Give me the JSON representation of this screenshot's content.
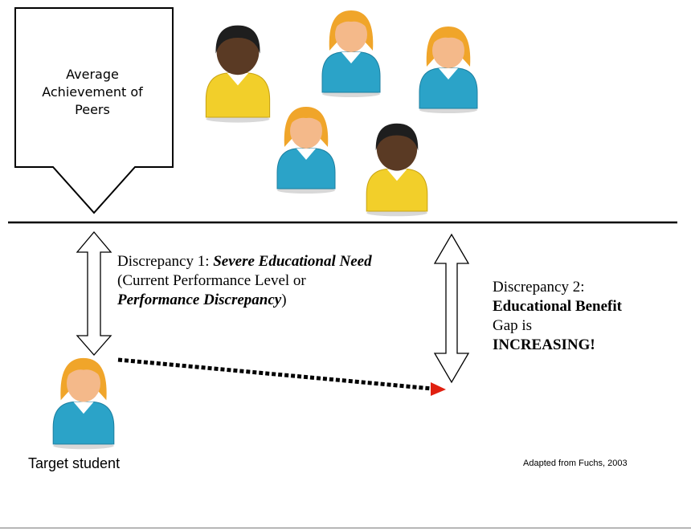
{
  "peers_box": {
    "line1": "Average",
    "line2": "Achievement of",
    "line3": "Peers"
  },
  "discrepancy1": {
    "prefix": "Discrepancy 1: ",
    "emph": "Severe Educational Need",
    "line2": "(Current Performance Level or",
    "line3_emph": "Performance Discrepancy",
    "line3_end": ")"
  },
  "discrepancy2": {
    "line1": "Discrepancy 2:",
    "line2": "Educational Benefit",
    "line3": "Gap is",
    "line4": "INCREASING!"
  },
  "target_label": "Target student",
  "credit": "Adapted from Fuchs, 2003",
  "colors": {
    "yellow_shirt": "#f2cf2a",
    "blue_shirt": "#2ba3c8",
    "skin_light": "#f4b98a",
    "skin_dark": "#5a3a24",
    "hair_light": "#f0a52a",
    "hair_dark": "#1e1e1e",
    "trend_arrowhead": "#e02010"
  },
  "people": [
    {
      "kind": "dark-hair-yellow-shirt"
    },
    {
      "kind": "blonde-blue-shirt"
    },
    {
      "kind": "blonde-blue-shirt"
    },
    {
      "kind": "blonde-blue-shirt"
    },
    {
      "kind": "dark-hair-yellow-shirt"
    },
    {
      "kind": "blonde-blue-shirt"
    }
  ]
}
